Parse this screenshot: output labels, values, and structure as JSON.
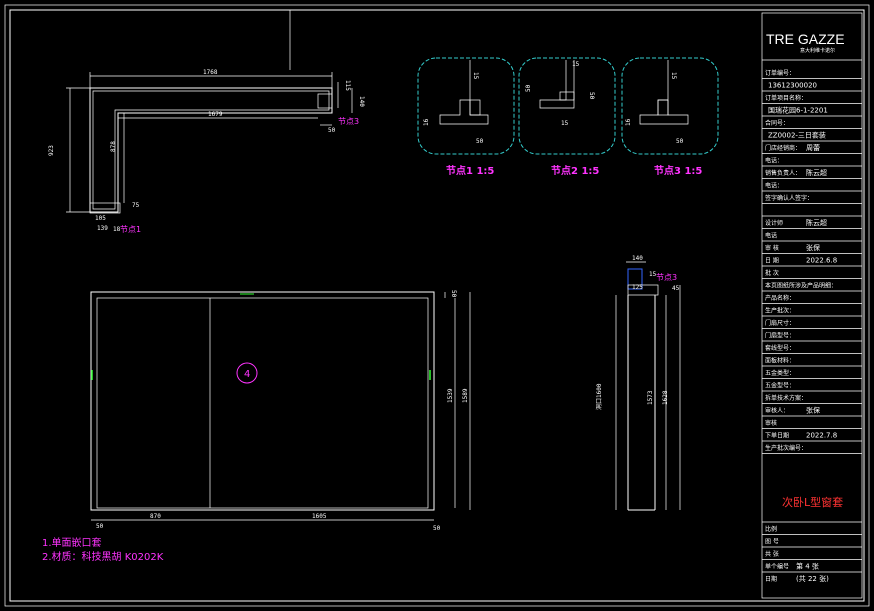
{
  "brand": {
    "logo_text": "TRE GAZZE",
    "logo_sub": "意大利维卡诺尔"
  },
  "plan": {
    "top_width": "1768",
    "inner_width": "1679",
    "right_h1": "115",
    "right_h2": "140",
    "right_w": "50",
    "left_height": "923",
    "left_inner": "878",
    "bottom_right": "75",
    "bottom_w1": "105",
    "bottom_w2": "139",
    "bottom_w3": "18",
    "node_label_1": "节点1",
    "node_label_3": "节点3"
  },
  "details": [
    {
      "label": "节点1  1:5",
      "d1": "15",
      "d2": "50",
      "d3": "16"
    },
    {
      "label": "节点2  1:5",
      "d1": "15",
      "d2": "50",
      "d3": "15",
      "d4": "50"
    },
    {
      "label": "节点3  1:5",
      "d1": "15",
      "d2": "50",
      "d3": "16"
    }
  ],
  "elevation": {
    "bubble": "4",
    "top_h": "50",
    "height_right": "1539",
    "height_outer": "1589",
    "bottom_left": "50",
    "bottom_mid": "870",
    "bottom_main": "1605",
    "bottom_right": "50"
  },
  "section": {
    "w_top": "140",
    "inner_w": "125",
    "h_small": "15",
    "h_right": "45",
    "node_label": "节点3",
    "h_left": "洞口1600",
    "h_inner": "1573",
    "h_outer": "1628"
  },
  "notes": {
    "line1": "1.单面嵌口套",
    "line2": "2.材质：科技黑胡 K0202K"
  },
  "title_block": {
    "rows": [
      {
        "label": "订单编号：",
        "value": ""
      },
      {
        "label": "",
        "value": "13612300020"
      },
      {
        "label": "订单项目名称：",
        "value": ""
      },
      {
        "label": "",
        "value": "国瑞花园6-1-2201"
      },
      {
        "label": "合同号：",
        "value": ""
      },
      {
        "label": "",
        "value": "ZZ0002-三日套装"
      },
      {
        "label": "门店经销商：",
        "value": "周蕾"
      },
      {
        "label": "电话：",
        "value": ""
      },
      {
        "label": "销售负责人：",
        "value": "陈云超"
      },
      {
        "label": "电话：",
        "value": ""
      },
      {
        "label": "签字确认人签字：",
        "value": ""
      },
      {
        "label": "",
        "value": ""
      },
      {
        "label": "设计师",
        "value": "陈云超"
      },
      {
        "label": "电话",
        "value": ""
      },
      {
        "label": "审  核",
        "value": "张保"
      },
      {
        "label": "日  期",
        "value": "2022.6.8"
      },
      {
        "label": "批  次",
        "value": ""
      },
      {
        "label": "本页图纸所涉及产品明细：",
        "value": ""
      },
      {
        "label": "产品名称：",
        "value": ""
      },
      {
        "label": "生产批次：",
        "value": ""
      },
      {
        "label": "门扇尺寸：",
        "value": ""
      },
      {
        "label": "门扇型号：",
        "value": ""
      },
      {
        "label": "套线型号：",
        "value": ""
      },
      {
        "label": "面板材料：",
        "value": ""
      },
      {
        "label": "五金类型：",
        "value": ""
      },
      {
        "label": "五金型号：",
        "value": ""
      },
      {
        "label": "拆单技术方案：",
        "value": ""
      },
      {
        "label": "审核人：",
        "value": "张保"
      },
      {
        "label": "审核",
        "value": ""
      },
      {
        "label": "下单日期",
        "value": "2022.7.8"
      },
      {
        "label": "生产批次编号：",
        "value": ""
      }
    ],
    "drawing_name": "次卧L型窗套",
    "bottom_rows": [
      {
        "label": "比例",
        "value": ""
      },
      {
        "label": "图  号",
        "value": ""
      },
      {
        "label": "共  张",
        "value": ""
      },
      {
        "label": "单个编号",
        "value": "第 4 张"
      },
      {
        "label": "日期",
        "value": "(共 22 张)"
      }
    ]
  }
}
